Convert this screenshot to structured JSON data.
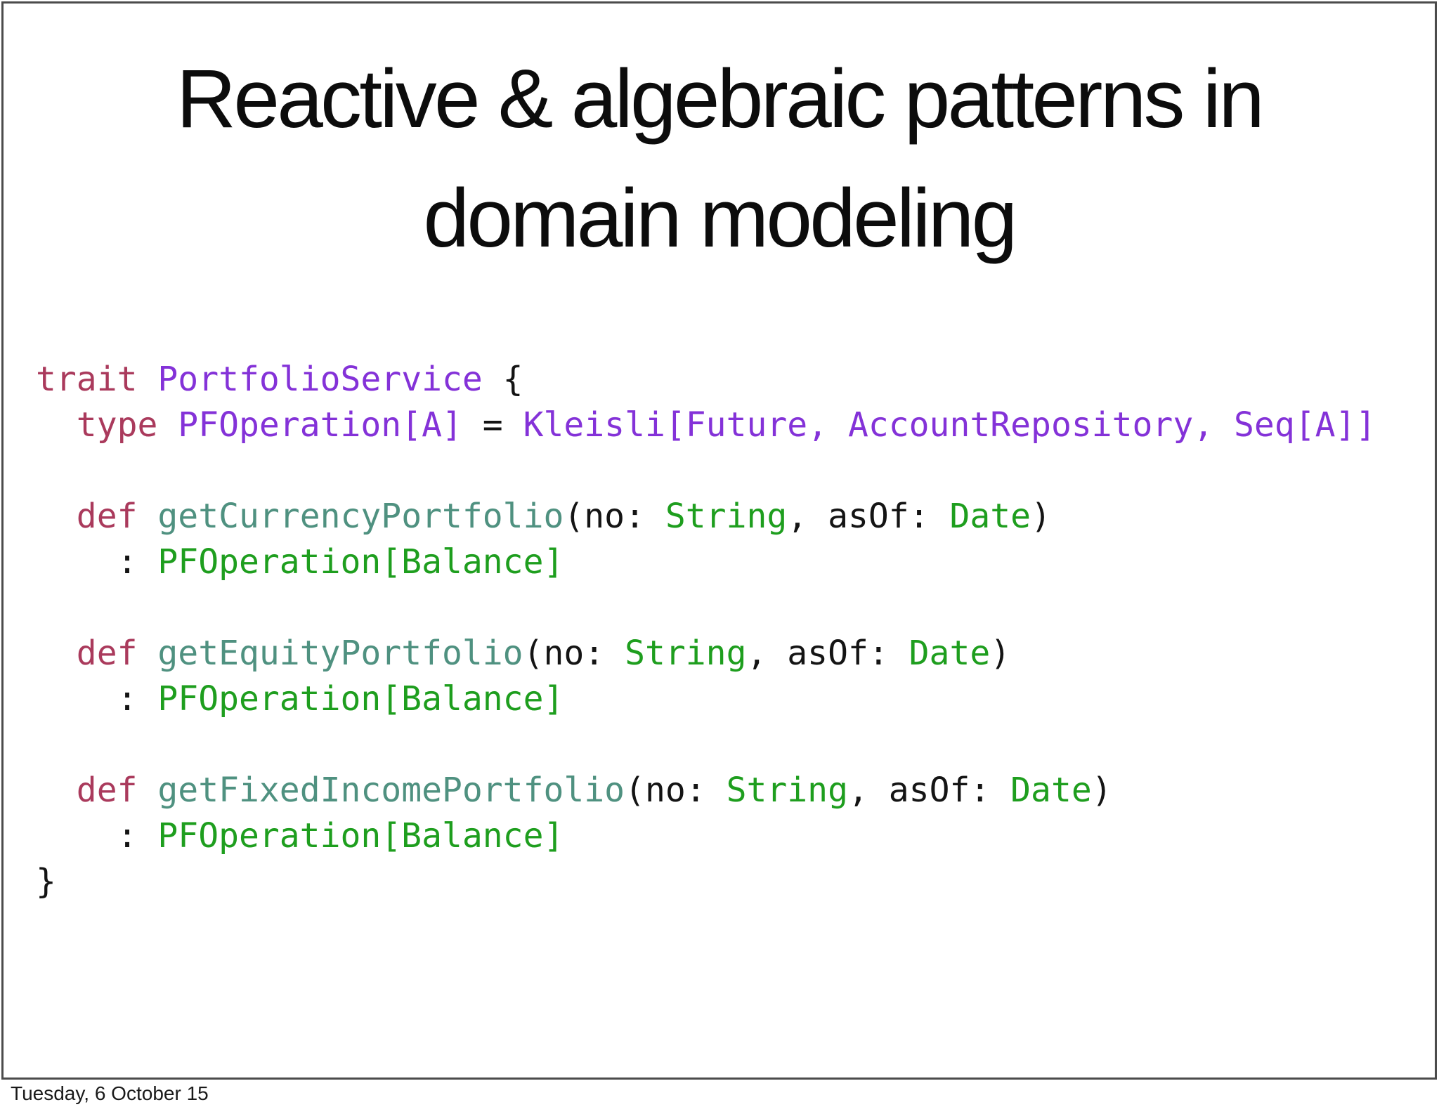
{
  "slide": {
    "title": {
      "line1": "Reactive & algebraic patterns in",
      "line2": "domain modeling"
    },
    "frame_color": "#4b4b4b",
    "background_color": "#ffffff"
  },
  "code": {
    "language": "scala",
    "palette": {
      "kw": "#aa3a5c",
      "tp": "#8432d8",
      "fn": "#4f9180",
      "gr": "#1e9e1e",
      "pl": "#141414"
    },
    "lines": [
      [
        {
          "k": "kw",
          "t": "trait"
        },
        {
          "k": "pl",
          "t": " "
        },
        {
          "k": "tp",
          "t": "PortfolioService"
        },
        {
          "k": "pl",
          "t": " {"
        }
      ],
      [
        {
          "k": "pl",
          "t": "  "
        },
        {
          "k": "kw",
          "t": "type"
        },
        {
          "k": "pl",
          "t": " "
        },
        {
          "k": "tp",
          "t": "PFOperation[A]"
        },
        {
          "k": "pl",
          "t": " = "
        },
        {
          "k": "tp",
          "t": "Kleisli[Future, AccountRepository, Seq[A]]"
        }
      ],
      [],
      [
        {
          "k": "pl",
          "t": "  "
        },
        {
          "k": "kw",
          "t": "def"
        },
        {
          "k": "pl",
          "t": " "
        },
        {
          "k": "fn",
          "t": "getCurrencyPortfolio"
        },
        {
          "k": "pl",
          "t": "(no: "
        },
        {
          "k": "gr",
          "t": "String"
        },
        {
          "k": "pl",
          "t": ", asOf: "
        },
        {
          "k": "gr",
          "t": "Date"
        },
        {
          "k": "pl",
          "t": ")"
        }
      ],
      [
        {
          "k": "pl",
          "t": "    : "
        },
        {
          "k": "gr",
          "t": "PFOperation[Balance]"
        }
      ],
      [],
      [
        {
          "k": "pl",
          "t": "  "
        },
        {
          "k": "kw",
          "t": "def"
        },
        {
          "k": "pl",
          "t": " "
        },
        {
          "k": "fn",
          "t": "getEquityPortfolio"
        },
        {
          "k": "pl",
          "t": "(no: "
        },
        {
          "k": "gr",
          "t": "String"
        },
        {
          "k": "pl",
          "t": ", asOf: "
        },
        {
          "k": "gr",
          "t": "Date"
        },
        {
          "k": "pl",
          "t": ")"
        }
      ],
      [
        {
          "k": "pl",
          "t": "    : "
        },
        {
          "k": "gr",
          "t": "PFOperation[Balance]"
        }
      ],
      [],
      [
        {
          "k": "pl",
          "t": "  "
        },
        {
          "k": "kw",
          "t": "def"
        },
        {
          "k": "pl",
          "t": " "
        },
        {
          "k": "fn",
          "t": "getFixedIncomePortfolio"
        },
        {
          "k": "pl",
          "t": "(no: "
        },
        {
          "k": "gr",
          "t": "String"
        },
        {
          "k": "pl",
          "t": ", asOf: "
        },
        {
          "k": "gr",
          "t": "Date"
        },
        {
          "k": "pl",
          "t": ")"
        }
      ],
      [
        {
          "k": "pl",
          "t": "    : "
        },
        {
          "k": "gr",
          "t": "PFOperation[Balance]"
        }
      ],
      [
        {
          "k": "pl",
          "t": "}"
        }
      ]
    ]
  },
  "footer": {
    "timestamp": "Tuesday, 6 October 15"
  }
}
